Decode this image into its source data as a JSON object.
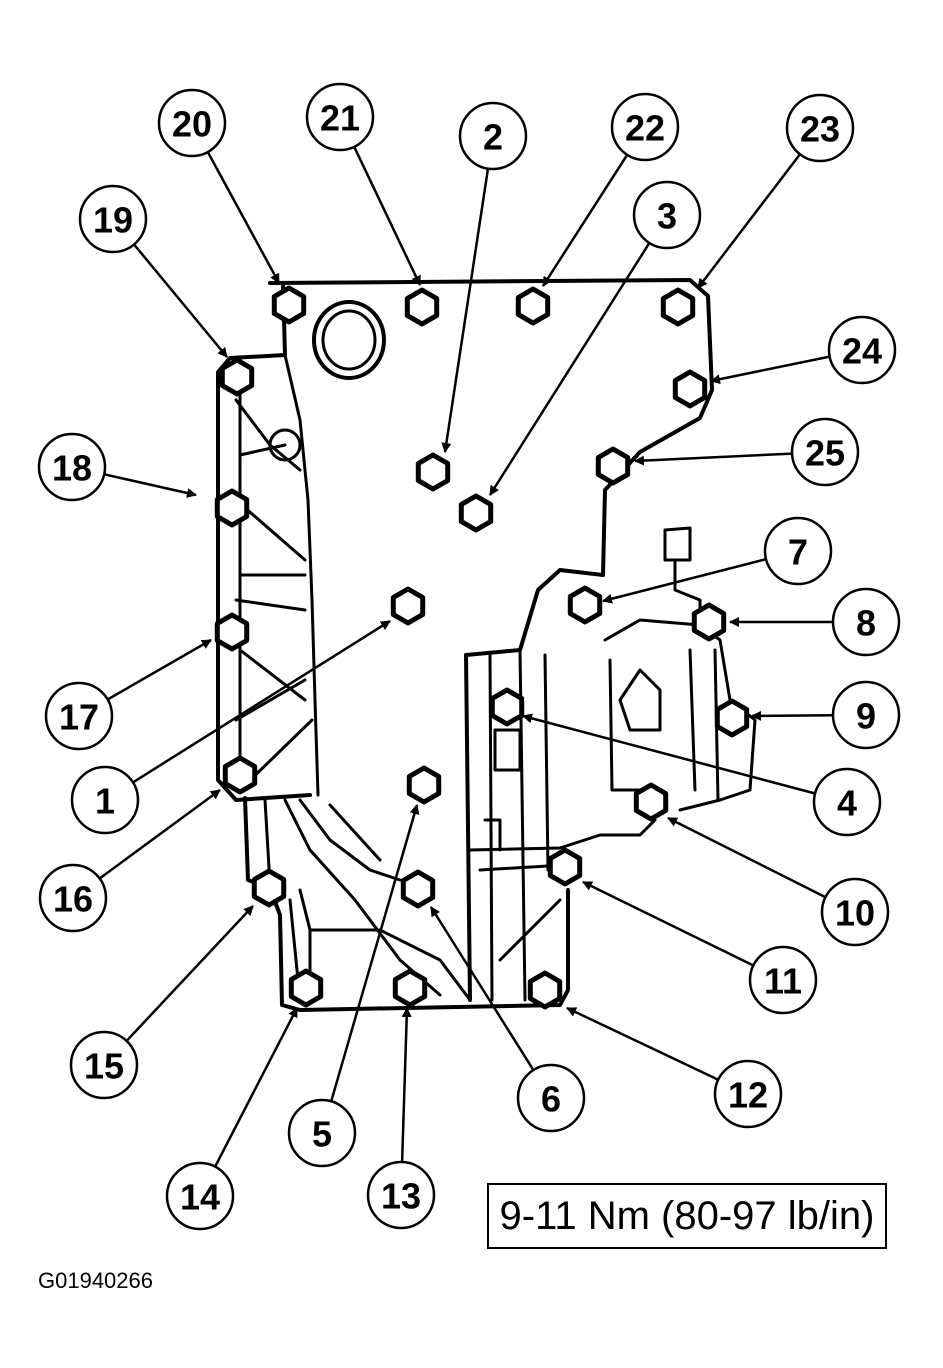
{
  "callout_labels": [
    "1",
    "2",
    "3",
    "4",
    "5",
    "6",
    "7",
    "8",
    "9",
    "10",
    "11",
    "12",
    "13",
    "14",
    "15",
    "16",
    "17",
    "18",
    "19",
    "20",
    "21",
    "22",
    "23",
    "24",
    "25"
  ],
  "torque_spec": "9-11 Nm (80-97 lb/in)",
  "figure_id": "G01940266"
}
